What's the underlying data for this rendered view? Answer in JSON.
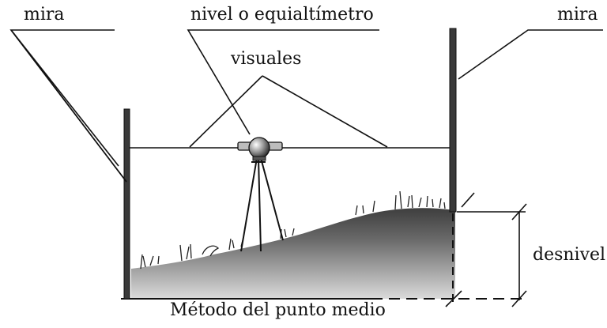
{
  "labels": {
    "mira_left": "mira",
    "nivel": "nivel o equialtímetro",
    "mira_right": "mira",
    "visuales": "visuales",
    "desnivel": "desnivel",
    "caption": "Método del punto medio"
  },
  "colors": {
    "ink": "#111111",
    "rod": "#3a3a3a",
    "ground_dark": "#4a4a4a",
    "ground_light": "#d4d4d4"
  }
}
